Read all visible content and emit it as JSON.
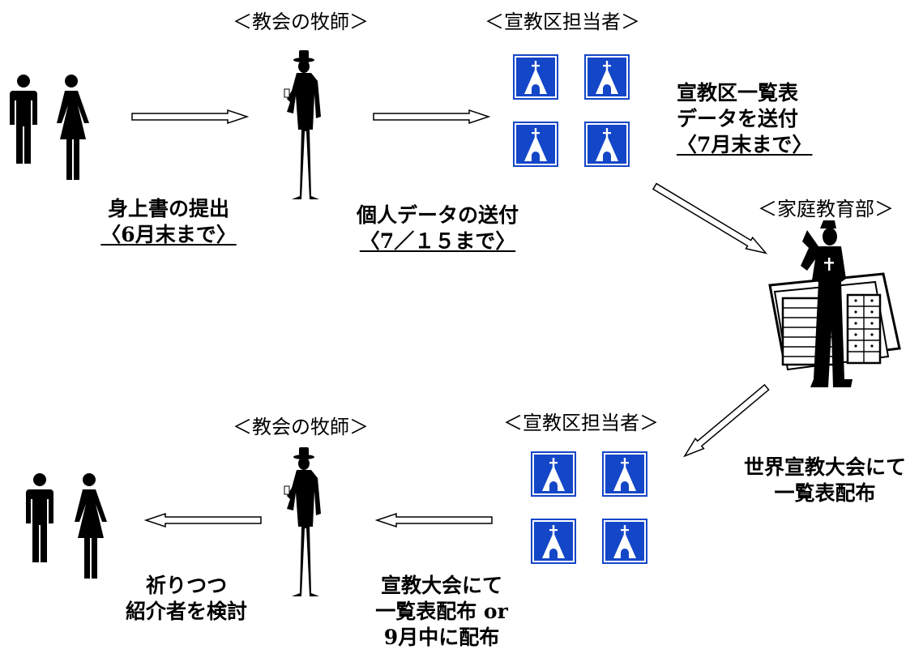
{
  "roles": {
    "pastor_top": "＜教会の牧師＞",
    "district_top": "＜宣教区担当者＞",
    "family_dept": "＜家庭教育部＞",
    "district_bottom": "＜宣教区担当者＞",
    "pastor_bottom": "＜教会の牧師＞"
  },
  "steps": {
    "step1_line1": "身上書の提出",
    "step1_deadline": "〈6月末まで〉",
    "step2_line1": "個人データの送付",
    "step2_deadline": "〈7／１５まで〉",
    "step3_line1": "宣教区一覧表",
    "step3_line2": "データを送付",
    "step3_deadline": "〈7月末まで〉",
    "step4_line1": "世界宣教大会にて",
    "step4_line2": "一覧表配布",
    "step5_line1": "宣教大会にて",
    "step5_line2": "一覧表配布 or",
    "step5_line3": "9月中に配布",
    "step6_line1": "祈りつつ",
    "step6_line2": "紹介者を検討"
  },
  "colors": {
    "sign_blue": "#1446c8",
    "ink": "#000000"
  },
  "icons": {
    "couple": "man-woman-icon",
    "pastor": "pastor-icon",
    "church_sign": "church-sign-icon",
    "archive": "clergy-archive-icon"
  }
}
